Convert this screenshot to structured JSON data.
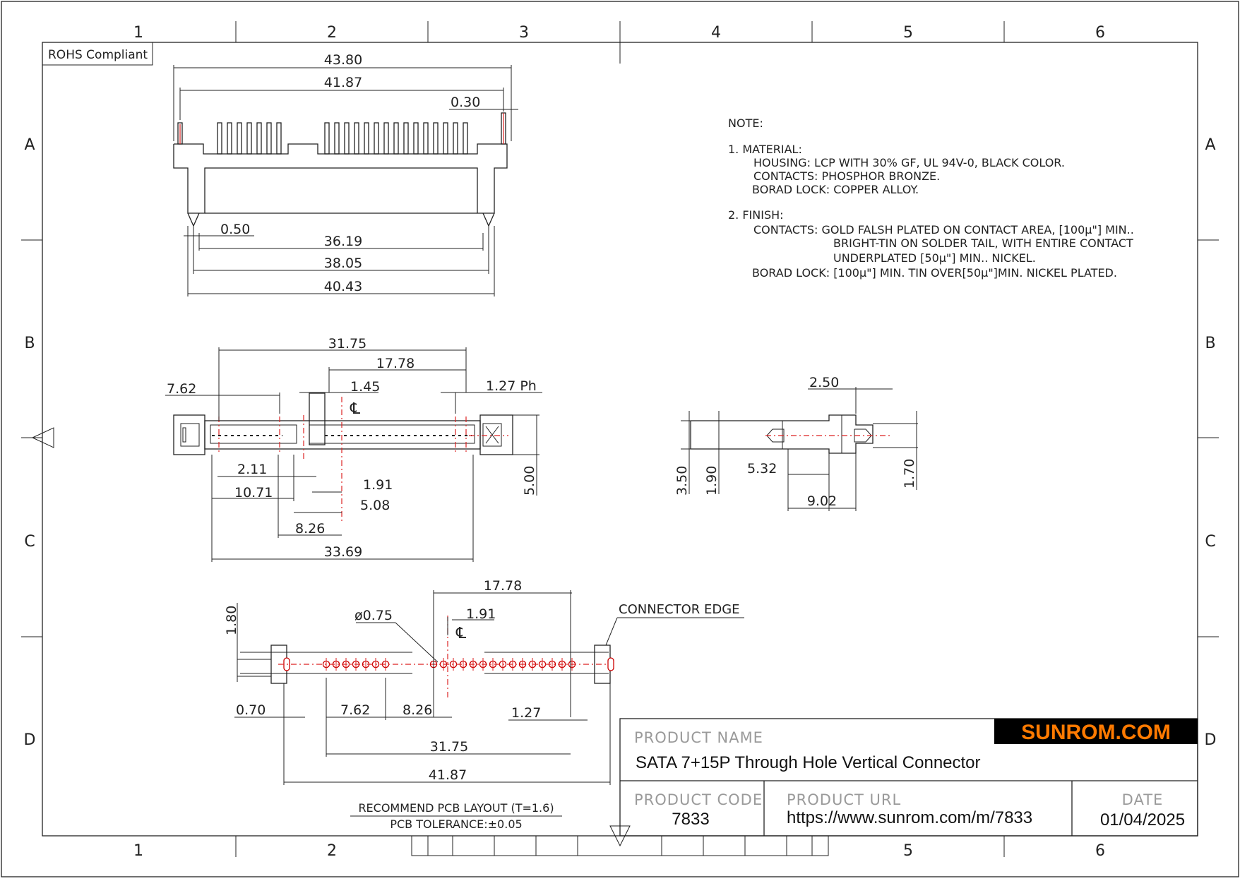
{
  "sheet": {
    "rohs_badge": "ROHS Compliant",
    "grid_columns": [
      "1",
      "2",
      "3",
      "4",
      "5",
      "6"
    ],
    "grid_rows": [
      "A",
      "B",
      "C",
      "D"
    ]
  },
  "notes": {
    "heading": "NOTE:",
    "lines": [
      "1.  MATERIAL:",
      "HOUSING: LCP WITH 30% GF, UL 94V-0, BLACK COLOR.",
      "CONTACTS: PHOSPHOR BRONZE.",
      "BORAD LOCK: COPPER ALLOY.",
      "2.  FINISH:",
      "CONTACTS:   GOLD FALSH PLATED ON CONTACT AREA,   [100μ\"]  MIN..",
      "BRIGHT-TIN ON SOLDER TAIL, WITH ENTIRE CONTACT",
      "UNDERPLATED   [50μ\"]  MIN..  NICKEL.",
      "BORAD LOCK: [100μ\"] MIN. TIN OVER[50μ\"]MIN.  NICKEL PLATED."
    ]
  },
  "front_view": {
    "dims": [
      "43.80",
      "41.87",
      "0.30",
      "0.50",
      "36.19",
      "38.05",
      "40.43"
    ]
  },
  "top_view": {
    "dims": [
      "31.75",
      "17.78",
      "7.62",
      "1.45",
      "1.27 Ph",
      "2.11",
      "1.91",
      "10.71",
      "5.08",
      "8.26",
      "33.69",
      "5.00"
    ],
    "centerline": "℄"
  },
  "side_view": {
    "dims": [
      "2.50",
      "3.50",
      "1.90",
      "5.32",
      "9.02",
      "1.70"
    ]
  },
  "pcb_layout": {
    "dims": [
      "17.78",
      "1.91",
      "ø0.75",
      "1.80",
      "0.70",
      "7.62",
      "8.26",
      "1.27",
      "31.75",
      "41.87"
    ],
    "centerline": "℄",
    "connector_edge_label": "CONNECTOR EDGE",
    "caption_line1": "RECOMMEND PCB LAYOUT (T=1.6)",
    "caption_line2": "PCB TOLERANCE:±0.05"
  },
  "title_block": {
    "logo": "SUNROM.COM",
    "product_name_label": "PRODUCT NAME",
    "product_name": "SATA 7+15P Through Hole Vertical Connector",
    "product_code_label": "PRODUCT CODE",
    "product_code": "7833",
    "product_url_label": "PRODUCT URL",
    "product_url": "https://www.sunrom.com/m/7833",
    "date_label": "DATE",
    "date": "01/04/2025"
  },
  "colors": {
    "logo_background": "#1a1a1a",
    "logo_text": "#ff7a00",
    "centerline": "#d22222",
    "linework": "#222222"
  }
}
